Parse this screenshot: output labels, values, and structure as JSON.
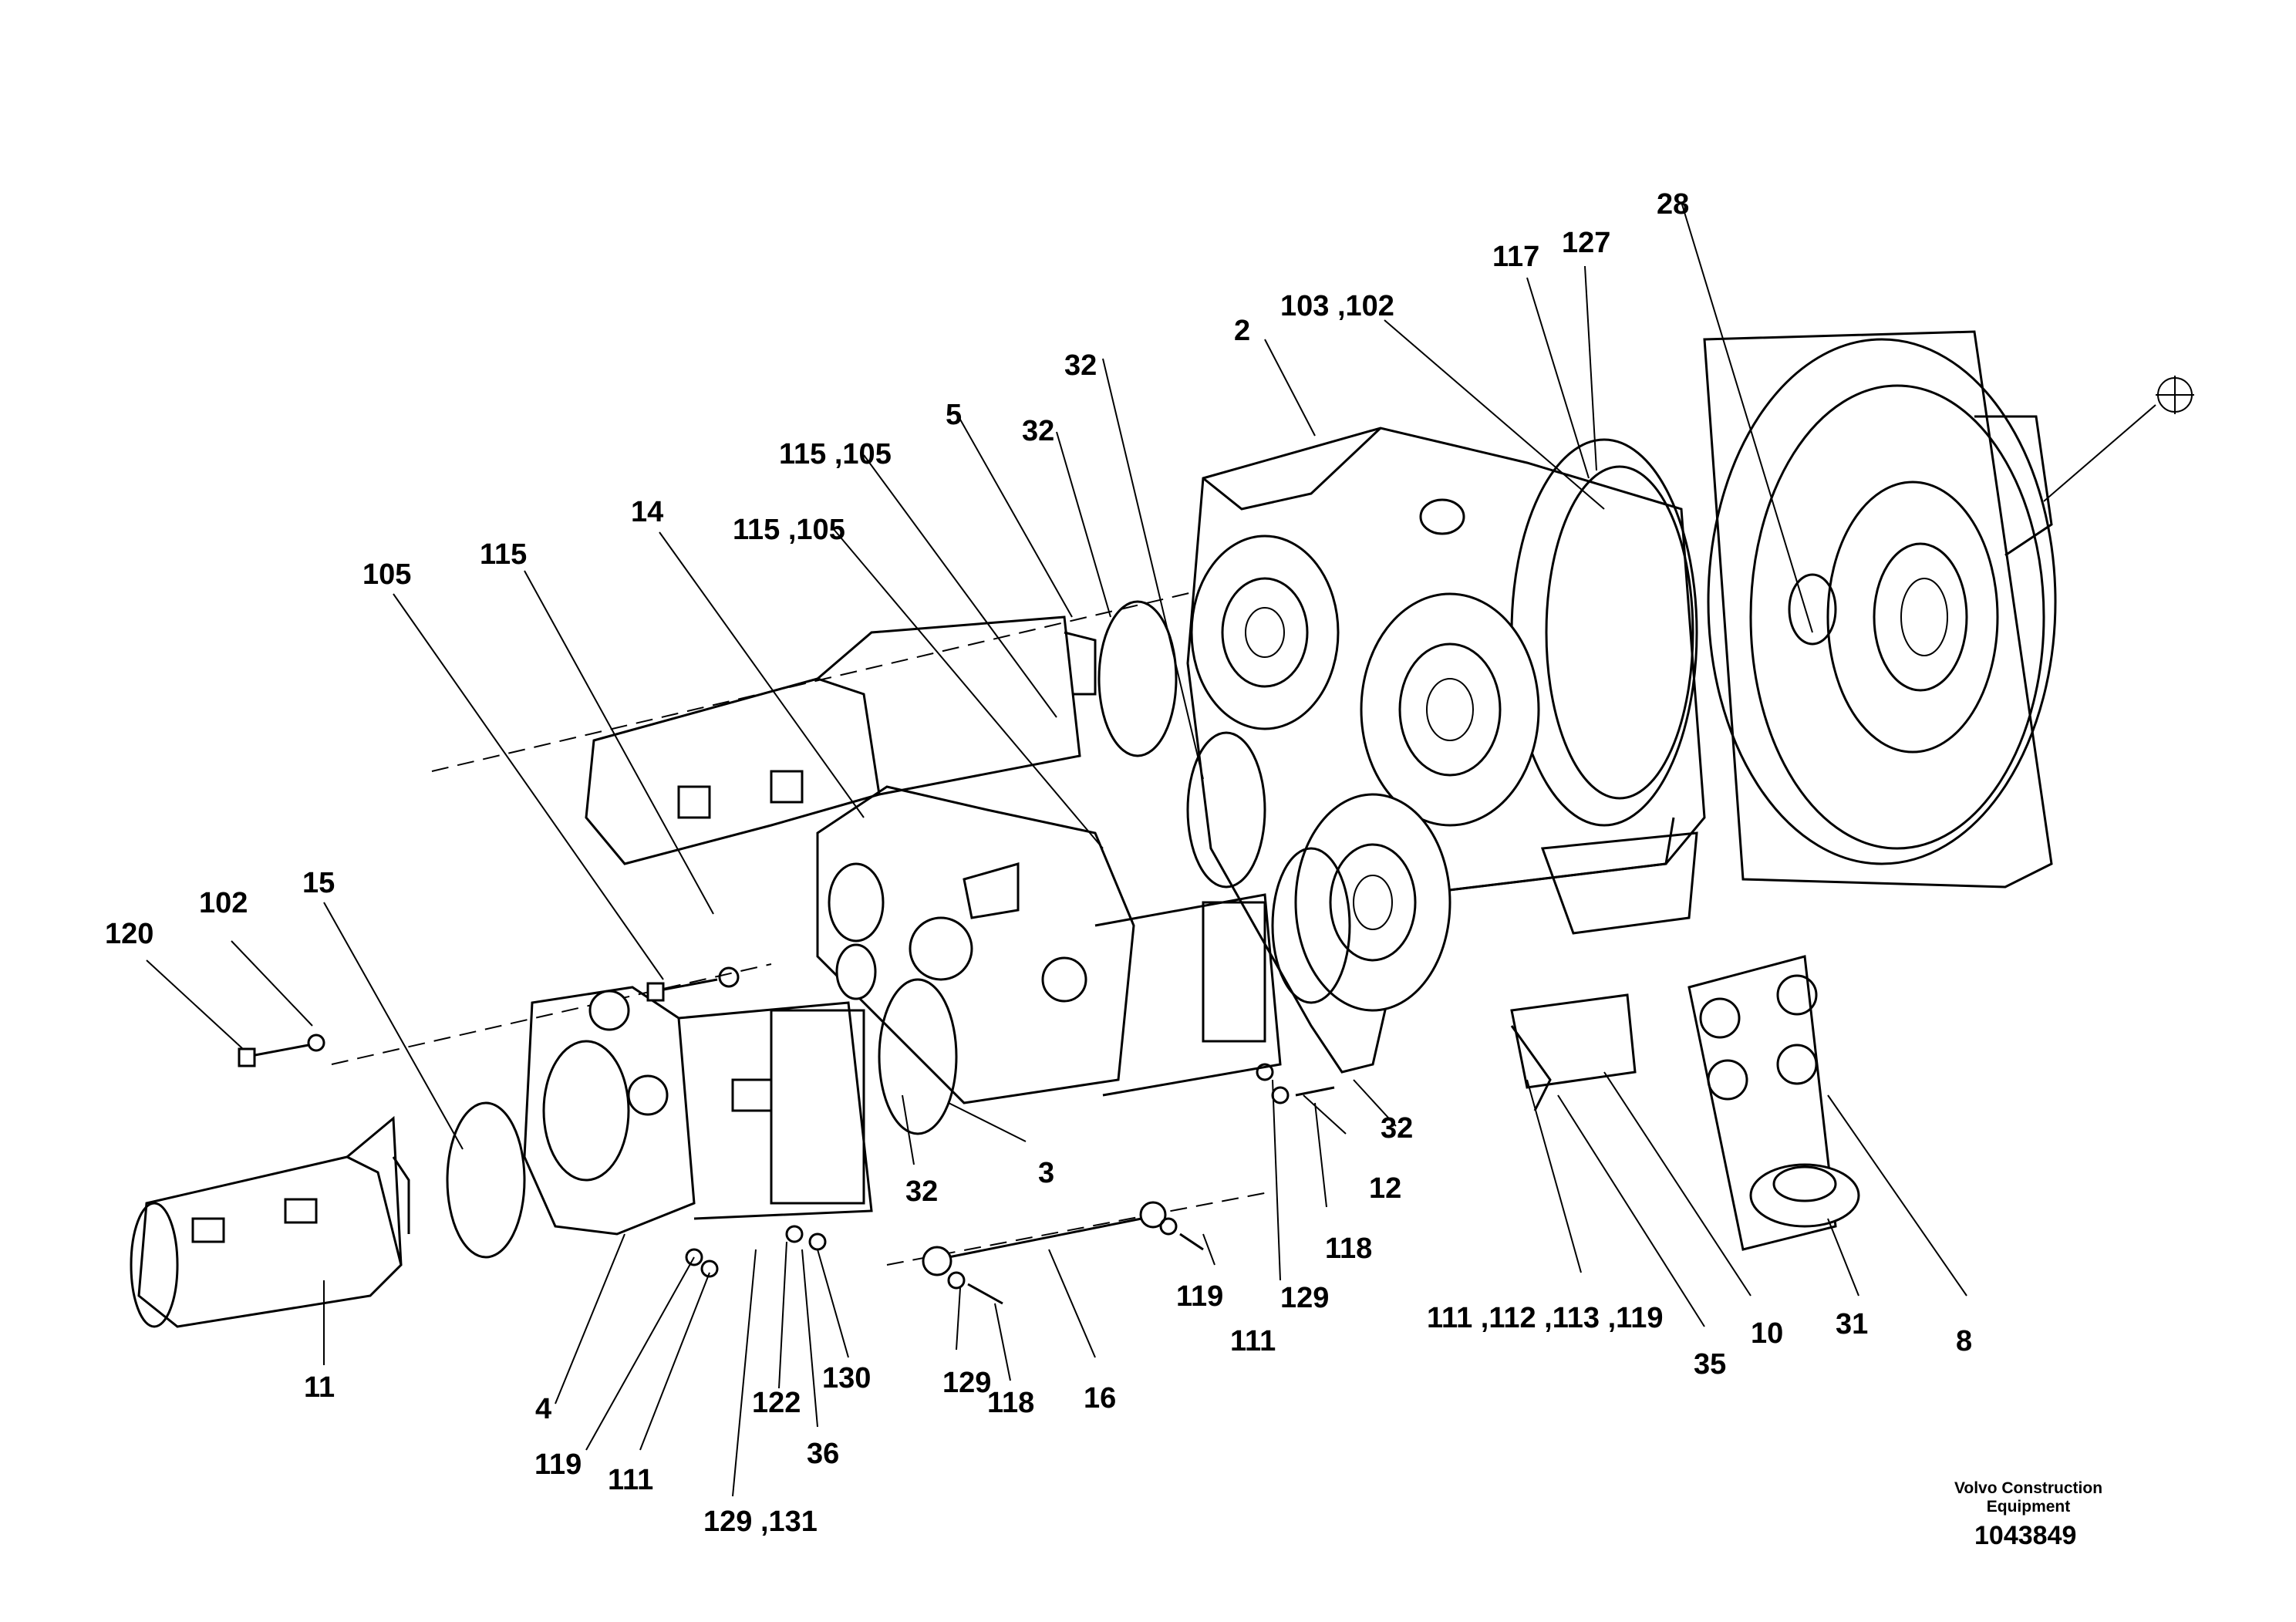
{
  "callouts": {
    "c28": "28",
    "c117": "117",
    "c127": "127",
    "c103_102": "103 ,102",
    "c2": "2",
    "c32_top": "32",
    "c32_upper": "32",
    "c5": "5",
    "c115_105_a": "115 ,105",
    "c115_105_b": "115 ,105",
    "c14": "14",
    "c115": "115",
    "c105": "105",
    "c15": "15",
    "c102": "102",
    "c120": "120",
    "c32_right": "32",
    "c12": "12",
    "c118_right": "118",
    "c129_right": "129",
    "c111_right": "111",
    "c119_right": "119",
    "c3": "3",
    "c32_lower": "32",
    "c111_112_113_119": "111 ,112 ,113 ,119",
    "c35": "35",
    "c10": "10",
    "c31": "31",
    "c8": "8",
    "c11": "11",
    "c4": "4",
    "c119_left": "119",
    "c111_left": "111",
    "c129_131": "129 ,131",
    "c122": "122",
    "c36": "36",
    "c130": "130",
    "c129_mid": "129",
    "c118_mid": "118",
    "c16": "16"
  },
  "footer": {
    "brand": "Volvo Construction Equipment",
    "drawing_number": "1043849"
  }
}
